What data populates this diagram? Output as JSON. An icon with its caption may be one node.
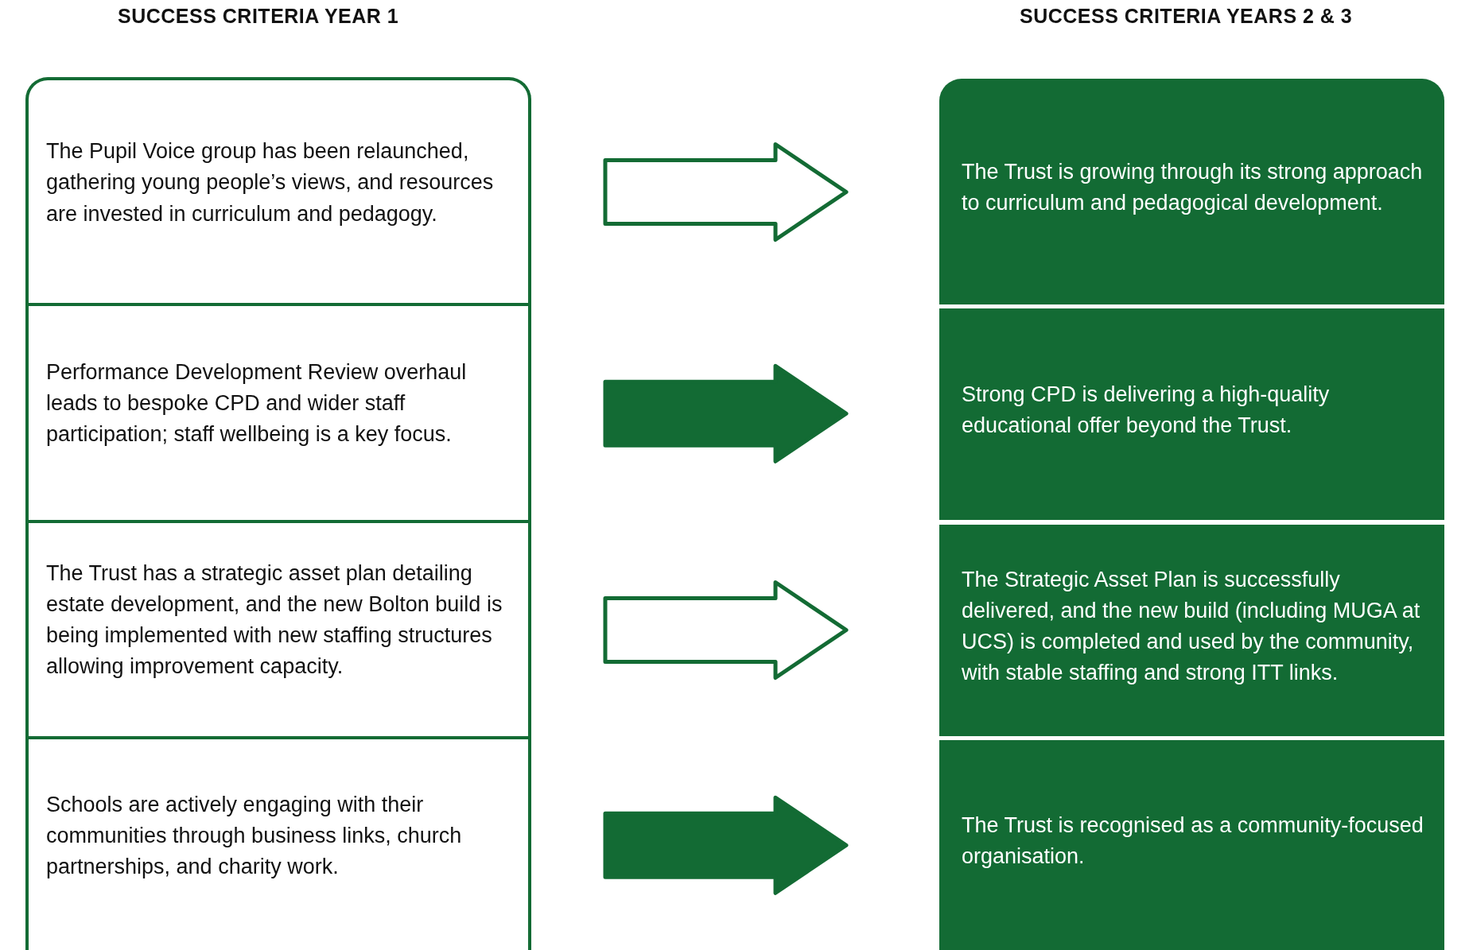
{
  "diagram": {
    "nodes": [
      {
        "text": [
          "The Pupil Voice group has been relaunched, gathering young people’s views, and resources are invested in curriculum and pedagogy."
        ]
      },
      {
        "text": [
          "Performance Development Review overhaul leads to bespoke CPD and wider staff participation; staff wellbeing is a key focus."
        ]
      },
      {
        "text": [
          "The Trust has a strategic asset plan detailing estate development, and the new Bolton build is being implemented with new staffing structures allowing improvement capacity."
        ]
      },
      {
        "text": [
          "Schools are actively engaging with their communities through business links, church partnerships, and charity work."
        ]
      },
      {
        "text": [
          "The Trust is growing through its strong approach to curriculum and pedagogical development."
        ]
      },
      {
        "text": [
          "Strong CPD is delivering a high-quality educational offer beyond the Trust."
        ]
      },
      {
        "text": [
          "The Strategic Asset Plan is successfully delivered, and the new build (including MUGA at UCS) is completed and used by the community, with stable staffing and strong ITT links."
        ]
      },
      {
        "text": [
          "The Trust is recognised as a community-focused organisation."
        ]
      }
    ],
    "edges": [
      {
        "from": 0,
        "to": 4,
        "arrow": "to"
      },
      {
        "from": 1,
        "to": 5,
        "arrow": "to"
      },
      {
        "from": 2,
        "to": 6,
        "arrow": "to"
      },
      {
        "from": 3,
        "to": 7,
        "arrow": "to"
      }
    ],
    "labels": [
      "SUCCESS CRITERIA YEAR 1",
      "SUCCESS CRITERIA YEARS 2 & 3"
    ]
  }
}
